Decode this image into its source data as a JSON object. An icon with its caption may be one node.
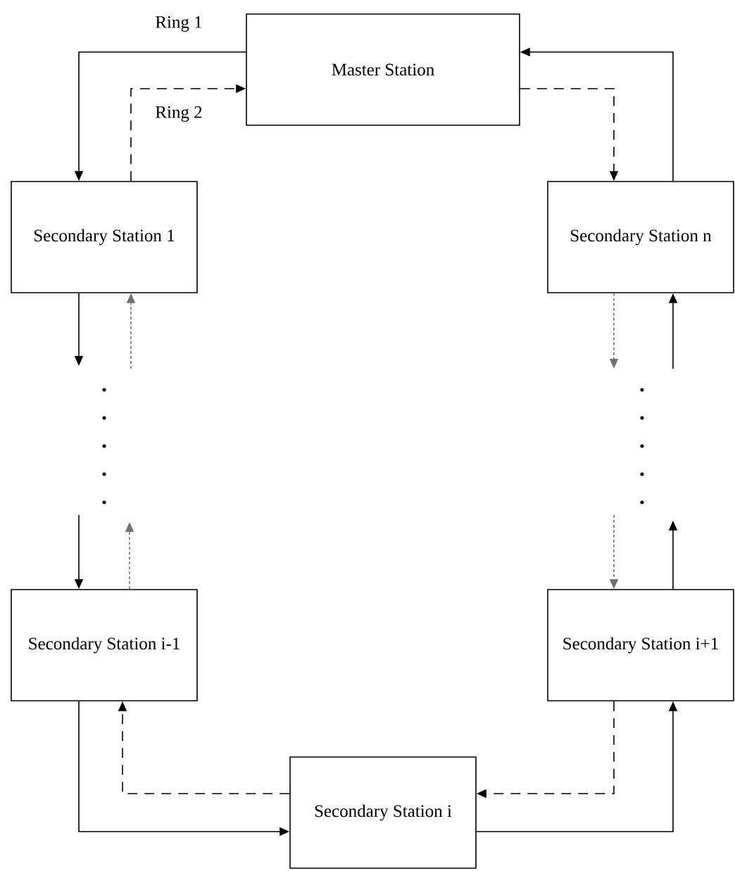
{
  "diagram": {
    "nodes": [
      {
        "text": [
          "Master Station"
        ]
      },
      {
        "text": [
          "Secondary Station 1"
        ]
      },
      {
        "text": [
          "Secondary Station n"
        ]
      },
      {
        "text": [
          "Secondary Station i-1"
        ]
      },
      {
        "text": [
          "Secondary Station i+1"
        ]
      },
      {
        "text": [
          "Secondary Station i"
        ]
      }
    ],
    "edges": [
      {
        "from": 0,
        "to": 1,
        "arrow": "to",
        "label": "Ring 1"
      },
      {
        "from": 1,
        "to": 0,
        "arrow": "to",
        "style": "dashed",
        "label": "Ring 2"
      },
      {
        "from": 2,
        "to": 0,
        "arrow": "to"
      },
      {
        "from": 0,
        "to": 2,
        "arrow": "to",
        "style": "dashed"
      },
      {
        "from": 1,
        "to": null,
        "arrow": "to"
      },
      {
        "from": null,
        "to": 1,
        "arrow": "to",
        "style": "dashed",
        "color": "#707070"
      },
      {
        "from": null,
        "to": 3,
        "arrow": "to"
      },
      {
        "from": 3,
        "to": null,
        "arrow": "to",
        "style": "dashed",
        "color": "#707070"
      },
      {
        "from": 3,
        "to": 5,
        "arrow": "to"
      },
      {
        "from": 5,
        "to": 3,
        "arrow": "to",
        "style": "dashed"
      },
      {
        "from": 5,
        "to": 4,
        "arrow": "to"
      },
      {
        "from": 4,
        "to": 5,
        "arrow": "to",
        "style": "dashed"
      },
      {
        "from": 2,
        "to": null,
        "arrow": "to",
        "style": "dashed",
        "color": "#707070"
      },
      {
        "from": null,
        "to": 2,
        "arrow": "to"
      },
      {
        "from": 4,
        "to": null,
        "arrow": "to"
      },
      {
        "from": null,
        "to": 4,
        "arrow": "to",
        "style": "dashed",
        "color": "#707070"
      }
    ]
  }
}
